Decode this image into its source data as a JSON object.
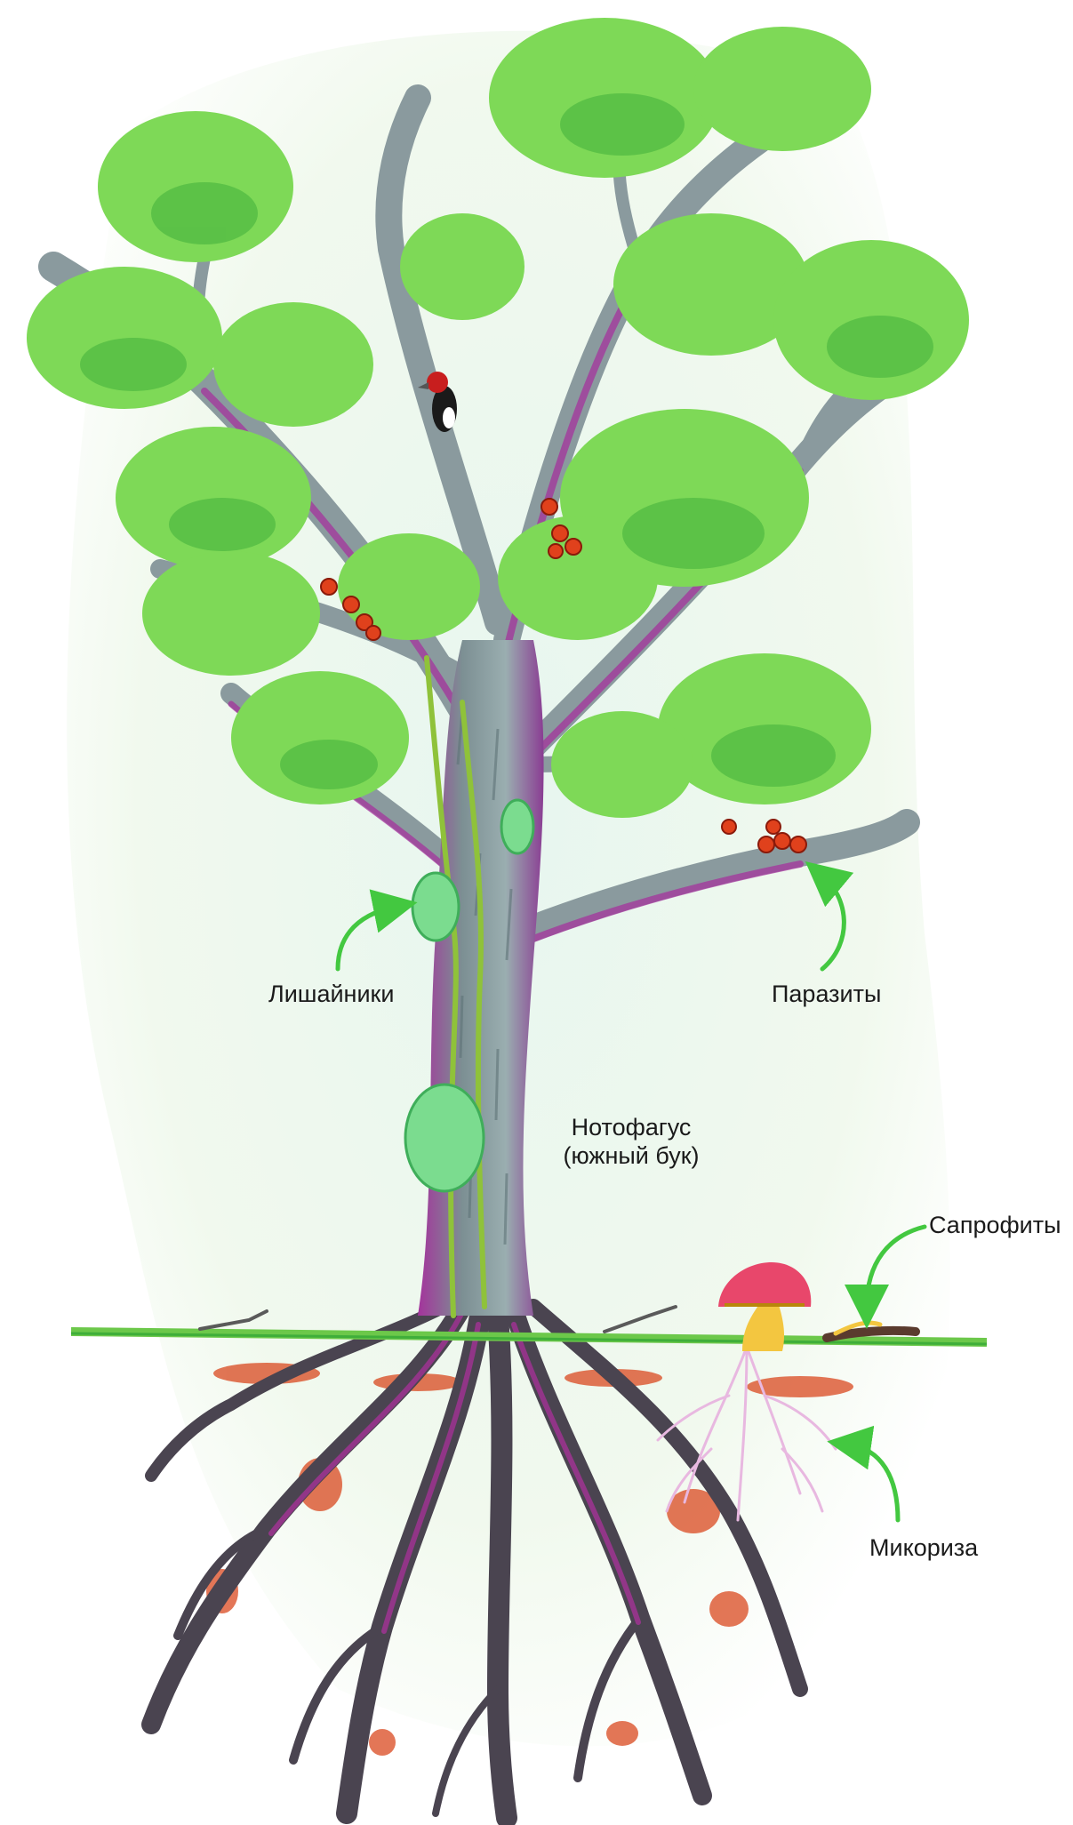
{
  "labels": {
    "lichens": "Лишайники",
    "parasites": "Паразиты",
    "tree_name_line1": "Нотофагус",
    "tree_name_line2": "(южный бук)",
    "saprophytes": "Сапрофиты",
    "mycorrhiza": "Микориза"
  },
  "colors": {
    "foliage": "#7ed957",
    "foliage_dark": "#3fae3a",
    "bark": "#8a9a9e",
    "bark_shadow": "#a0329c",
    "roots": "#4a4450",
    "soil": "#d9481f",
    "arrow": "#43c840",
    "background_wash": "#eef7ea",
    "mushroom_cap": "#e8476b"
  }
}
